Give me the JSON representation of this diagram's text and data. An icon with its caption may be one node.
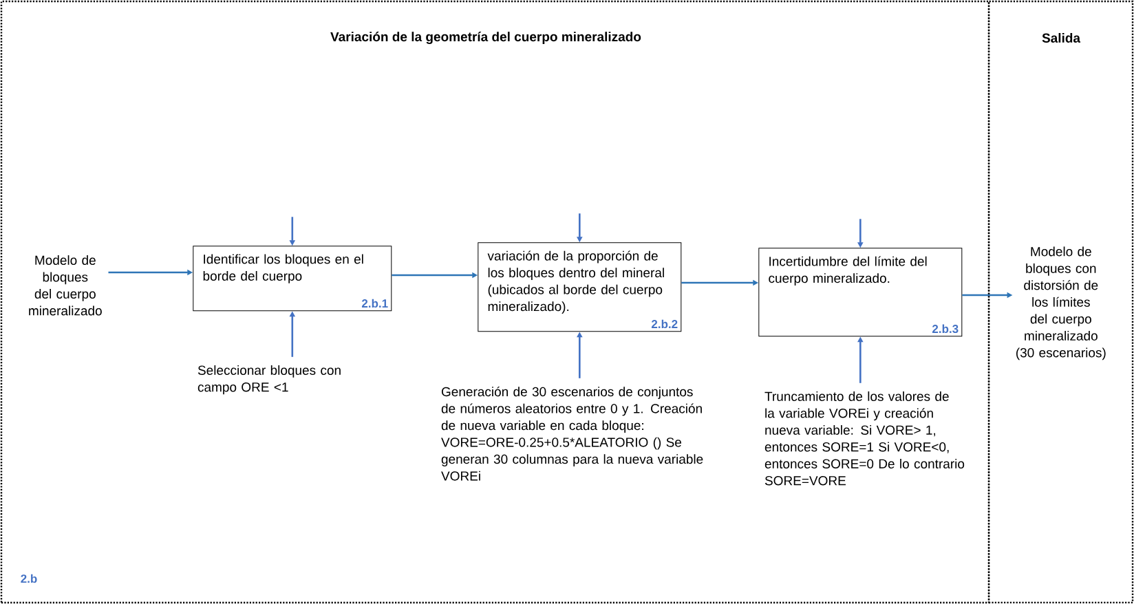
{
  "diagram": {
    "nodes": [
      {
        "text": [
          "Variación de la geometría del cuerpo mineralizado",
          "2.b"
        ]
      },
      {
        "text": [
          "Salida"
        ]
      },
      {
        "text": [
          "Modelo de bloques del cuerpo mineralizado"
        ],
        "in": 0
      },
      {
        "text": [
          "Identificar los bloques en el borde del cuerpo",
          "2.b.1"
        ],
        "in": 0
      },
      {
        "text": [
          "Seleccionar bloques con campo ORE <1"
        ],
        "in": 0
      },
      {
        "text": [
          "variación de la proporción de los bloques dentro del mineral (ubicados al borde del cuerpo mineralizado).",
          "2.b.2"
        ],
        "in": 0
      },
      {
        "text": [
          "Generación de 30 escenarios de conjuntos de números aleatorios entre 0 y 1. Creación de nueva variable en cada bloque: VORE=ORE-0.25+0.5*ALEATORIO () Se generan 30 columnas para la nueva variable VOREi"
        ],
        "in": 0
      },
      {
        "text": [
          "Incertidumbre del límite del cuerpo mineralizado.",
          "2.b.3"
        ],
        "in": 0
      },
      {
        "text": [
          "Truncamiento de los valores de la variable VOREi y creación nueva variable: Si VORE> 1, entonces SORE=1 Si VORE<0, entonces SORE=0 De lo contrario SORE=VORE"
        ],
        "in": 0
      },
      {
        "text": [
          "Modelo de bloques con distorsión de los límites del cuerpo mineralizado (30 escenarios)"
        ],
        "in": 1
      }
    ],
    "edges": [
      {
        "from": 2,
        "to": 3,
        "arrow": "to",
        "color": "#2e75b6"
      },
      {
        "from": null,
        "to": 3,
        "arrow": "to"
      },
      {
        "from": 4,
        "to": 3,
        "arrow": "to"
      },
      {
        "from": 3,
        "to": 5,
        "arrow": "to",
        "color": "#2e75b6"
      },
      {
        "from": null,
        "to": 5,
        "arrow": "to"
      },
      {
        "from": 6,
        "to": 5,
        "arrow": "to"
      },
      {
        "from": 5,
        "to": 7,
        "arrow": "to",
        "color": "#2e75b6"
      },
      {
        "from": null,
        "to": 7,
        "arrow": "to"
      },
      {
        "from": 8,
        "to": 7,
        "arrow": "to"
      },
      {
        "from": 7,
        "to": 9,
        "arrow": "to",
        "color": "#2e75b6"
      }
    ]
  }
}
